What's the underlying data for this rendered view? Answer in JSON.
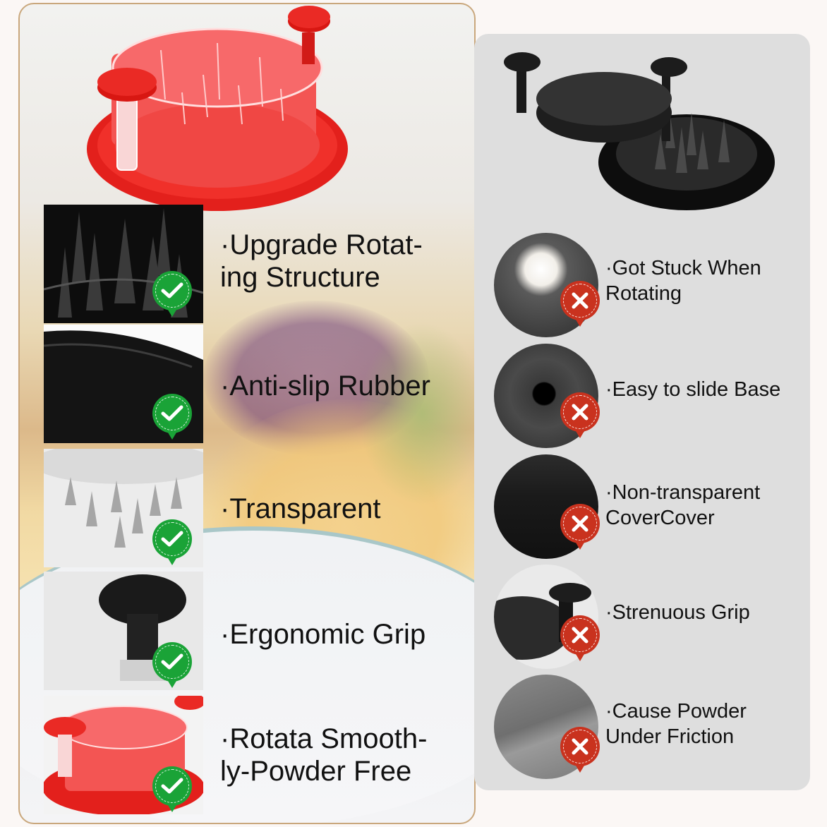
{
  "left_panel": {
    "features": [
      {
        "label": "·Upgrade Rotat-\ning Structure",
        "line1": "·Upgrade Rotat-",
        "line2": "ing Structure",
        "thumb": "spikes-closeup",
        "badge": "check-icon"
      },
      {
        "label": "·Anti-slip Rubber",
        "line1": "·Anti-slip Rubber",
        "line2": "",
        "thumb": "rubber-base",
        "badge": "check-icon"
      },
      {
        "label": "·Transparent",
        "line1": "·Transparent",
        "line2": "",
        "thumb": "clear-lid-spikes",
        "badge": "check-icon"
      },
      {
        "label": "·Ergonomic Grip",
        "line1": "·Ergonomic Grip",
        "line2": "",
        "thumb": "grip-knob",
        "badge": "check-icon"
      },
      {
        "label": "·Rotata Smooth-\nly-Powder Free",
        "line1": "·Rotata Smooth-",
        "line2": "ly-Powder Free",
        "thumb": "red-shredder",
        "badge": "check-icon"
      }
    ],
    "product_color": "#e8221e",
    "border_color": "#c9a77c"
  },
  "right_panel": {
    "drawbacks": [
      {
        "line1": "·Got Stuck When",
        "line2": "Rotating",
        "badge": "x-icon"
      },
      {
        "line1": "·Easy to slide Base",
        "line2": "",
        "badge": "x-icon"
      },
      {
        "line1": "·Non-transparent",
        "line2": "CoverCover",
        "badge": "x-icon"
      },
      {
        "line1": "·Strenuous Grip",
        "line2": "",
        "badge": "x-icon"
      },
      {
        "line1": "·Cause Powder",
        "line2": "Under Friction",
        "badge": "x-icon"
      }
    ],
    "background": "#dedede",
    "product_color": "#1e1e1e"
  },
  "colors": {
    "check_green": "#1aa337",
    "cross_red": "#c9321e"
  }
}
